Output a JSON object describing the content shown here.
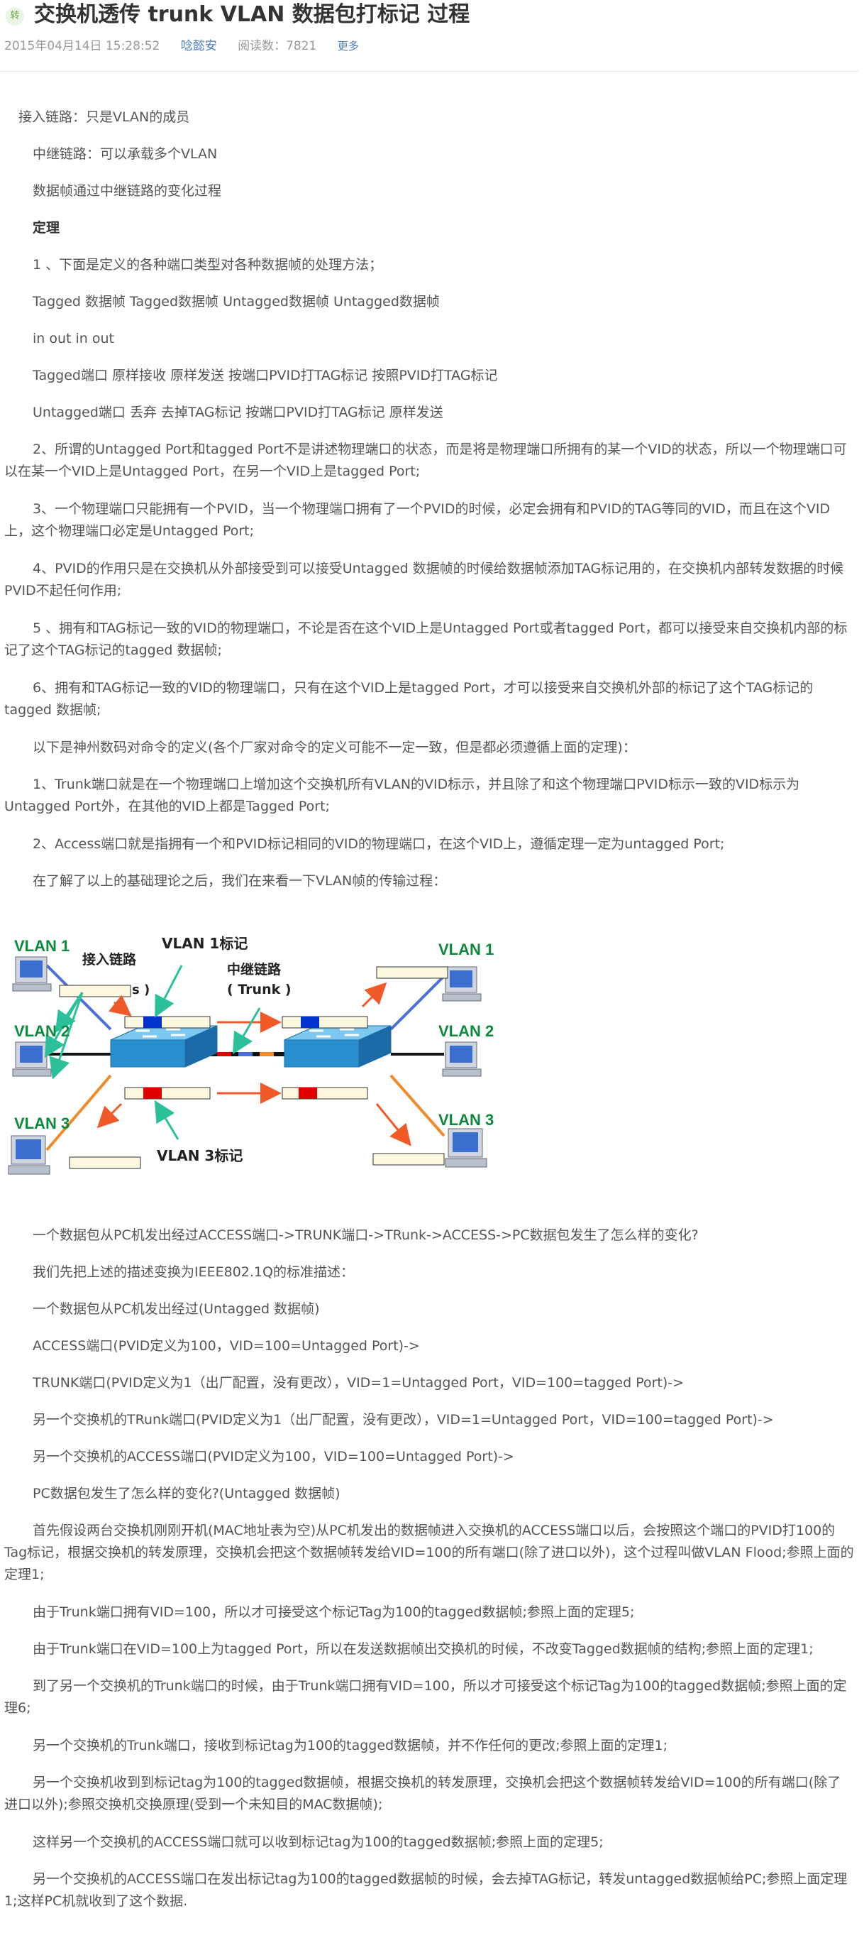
{
  "header": {
    "badge": "转",
    "title": "交换机透传 trunk VLAN 数据包打标记 过程",
    "date": "2015年04月14日 15:28:52",
    "author": "唸懿安",
    "reads": "阅读数：7821",
    "more": "更多"
  },
  "body": {
    "p1": "接入链路：只是VLAN的成员",
    "p2": "中继链路：可以承载多个VLAN",
    "p3": "数据帧通过中继链路的变化过程",
    "p4": "定理",
    "p5": "1 、下面是定义的各种端口类型对各种数据帧的处理方法；",
    "p6": "Tagged 数据帧 Tagged数据帧 Untagged数据帧 Untagged数据帧",
    "p7": "in out in out",
    "p8": "Tagged端口 原样接收 原样发送 按端口PVID打TAG标记 按照PVID打TAG标记",
    "p9": "Untagged端口 丢弃 去掉TAG标记 按端口PVID打TAG标记 原样发送",
    "p10": "2、所谓的Untagged Port和tagged Port不是讲述物理端口的状态，而是将是物理端口所拥有的某一个VID的状态，所以一个物理端口可以在某一个VID上是Untagged Port，在另一个VID上是tagged Port;",
    "p11": "3、一个物理端口只能拥有一个PVID，当一个物理端口拥有了一个PVID的时候，必定会拥有和PVID的TAG等同的VID，而且在这个VID上，这个物理端口必定是Untagged Port;",
    "p12": "4、PVID的作用只是在交换机从外部接受到可以接受Untagged 数据帧的时候给数据帧添加TAG标记用的，在交换机内部转发数据的时候PVID不起任何作用;",
    "p13": "5 、拥有和TAG标记一致的VID的物理端口，不论是否在这个VID上是Untagged Port或者tagged Port，都可以接受来自交换机内部的标记了这个TAG标记的tagged 数据帧;",
    "p14": "6、拥有和TAG标记一致的VID的物理端口，只有在这个VID上是tagged Port，才可以接受来自交换机外部的标记了这个TAG标记的tagged 数据帧;",
    "p15": "以下是神州数码对命令的定义(各个厂家对命令的定义可能不一定一致，但是都必须遵循上面的定理)：",
    "p16": "1、Trunk端口就是在一个物理端口上增加这个交换机所有VLAN的VID标示，并且除了和这个物理端口PVID标示一致的VID标示为Untagged Port外，在其他的VID上都是Tagged Port;",
    "p17": "2、Access端口就是指拥有一个和PVID标记相同的VID的物理端口，在这个VID上，遵循定理一定为untagged Port;",
    "p18": "在了解了以上的基础理论之后，我们在来看一下VLAN帧的传输过程：",
    "p19": "一个数据包从PC机发出经过ACCESS端口->TRUNK端口->TRunk->ACCESS->PC数据包发生了怎么样的变化?",
    "p20": "我们先把上述的描述变换为IEEE802.1Q的标准描述：",
    "p21": "一个数据包从PC机发出经过(Untagged 数据帧)",
    "p22": "ACCESS端口(PVID定义为100，VID=100=Untagged Port)->",
    "p23": "TRUNK端口(PVID定义为1（出厂配置，没有更改），VID=1=Untagged Port，VID=100=tagged Port)->",
    "p24": "另一个交换机的TRunk端口(PVID定义为1（出厂配置，没有更改），VID=1=Untagged Port，VID=100=tagged Port)->",
    "p25": "另一个交换机的ACCESS端口(PVID定义为100，VID=100=Untagged Port)->",
    "p26": "PC数据包发生了怎么样的变化?(Untagged 数据帧)",
    "p27": "首先假设两台交换机刚刚开机(MAC地址表为空)从PC机发出的数据帧进入交换机的ACCESS端口以后，会按照这个端口的PVID打100的Tag标记，根据交换机的转发原理，交换机会把这个数据帧转发给VID=100的所有端口(除了进口以外)，这个过程叫做VLAN Flood;参照上面的定理1;",
    "p28": "由于Trunk端口拥有VID=100，所以才可接受这个标记Tag为100的tagged数据帧;参照上面的定理5;",
    "p29": "由于Trunk端口在VID=100上为tagged Port，所以在发送数据帧出交换机的时候，不改变Tagged数据帧的结构;参照上面的定理1;",
    "p30": "到了另一个交换机的Trunk端口的时候，由于Trunk端口拥有VID=100，所以才可接受这个标记Tag为100的tagged数据帧;参照上面的定理6;",
    "p31": "另一个交换机的Trunk端口，接收到标记tag为100的tagged数据帧，并不作任何的更改;参照上面的定理1;",
    "p32": "另一个交换机收到到标记tag为100的tagged数据帧，根据交换机的转发原理，交换机会把这个数据帧转发给VID=100的所有端口(除了进口以外);参照交换机交换原理(受到一个未知目的MAC数据帧);",
    "p33": "这样另一个交换机的ACCESS端口就可以收到标记tag为100的tagged数据帧;参照上面的定理5;",
    "p34": "另一个交换机的ACCESS端口在发出标记tag为100的tagged数据帧的时候，会去掉TAG标记，转发untagged数据帧给PC;参照上面定理1;这样PC机就收到了这个数据."
  },
  "diagram": {
    "vlan1_left": "VLAN 1",
    "vlan2_left": "VLAN 2",
    "vlan3_left": "VLAN 3",
    "vlan1_right": "VLAN 1",
    "vlan2_right": "VLAN 2",
    "vlan3_right": "VLAN 3",
    "access_label": "接入链路",
    "access_label_tail": "s )",
    "vlan1_tag": "VLAN 1标记",
    "trunk_label": "中继链路",
    "trunk_sub": "( Trunk )",
    "vlan3_tag": "VLAN 3标记",
    "colors": {
      "vlan1": "#0033cc",
      "vlan3": "#e00000",
      "switch": "#2a8fd0",
      "arrow_orange": "#f05a28",
      "arrow_teal": "#2bbf9a",
      "link_blue": "#4a6fd6"
    }
  }
}
